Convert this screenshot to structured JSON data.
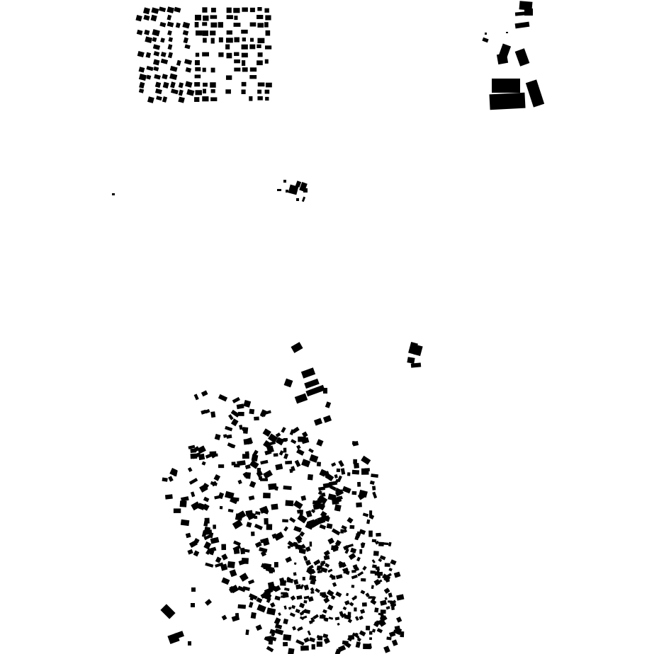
{
  "map": {
    "type": "figure-ground building footprint map",
    "colors": {
      "building": "#000000",
      "background": "#ffffff"
    },
    "clusters": [
      {
        "name": "northwest-grid-settlement",
        "density": "high"
      },
      {
        "name": "northeast-large-buildings",
        "density": "low"
      },
      {
        "name": "central-hamlet",
        "density": "medium"
      },
      {
        "name": "southern-town",
        "density": "very-high"
      }
    ]
  }
}
